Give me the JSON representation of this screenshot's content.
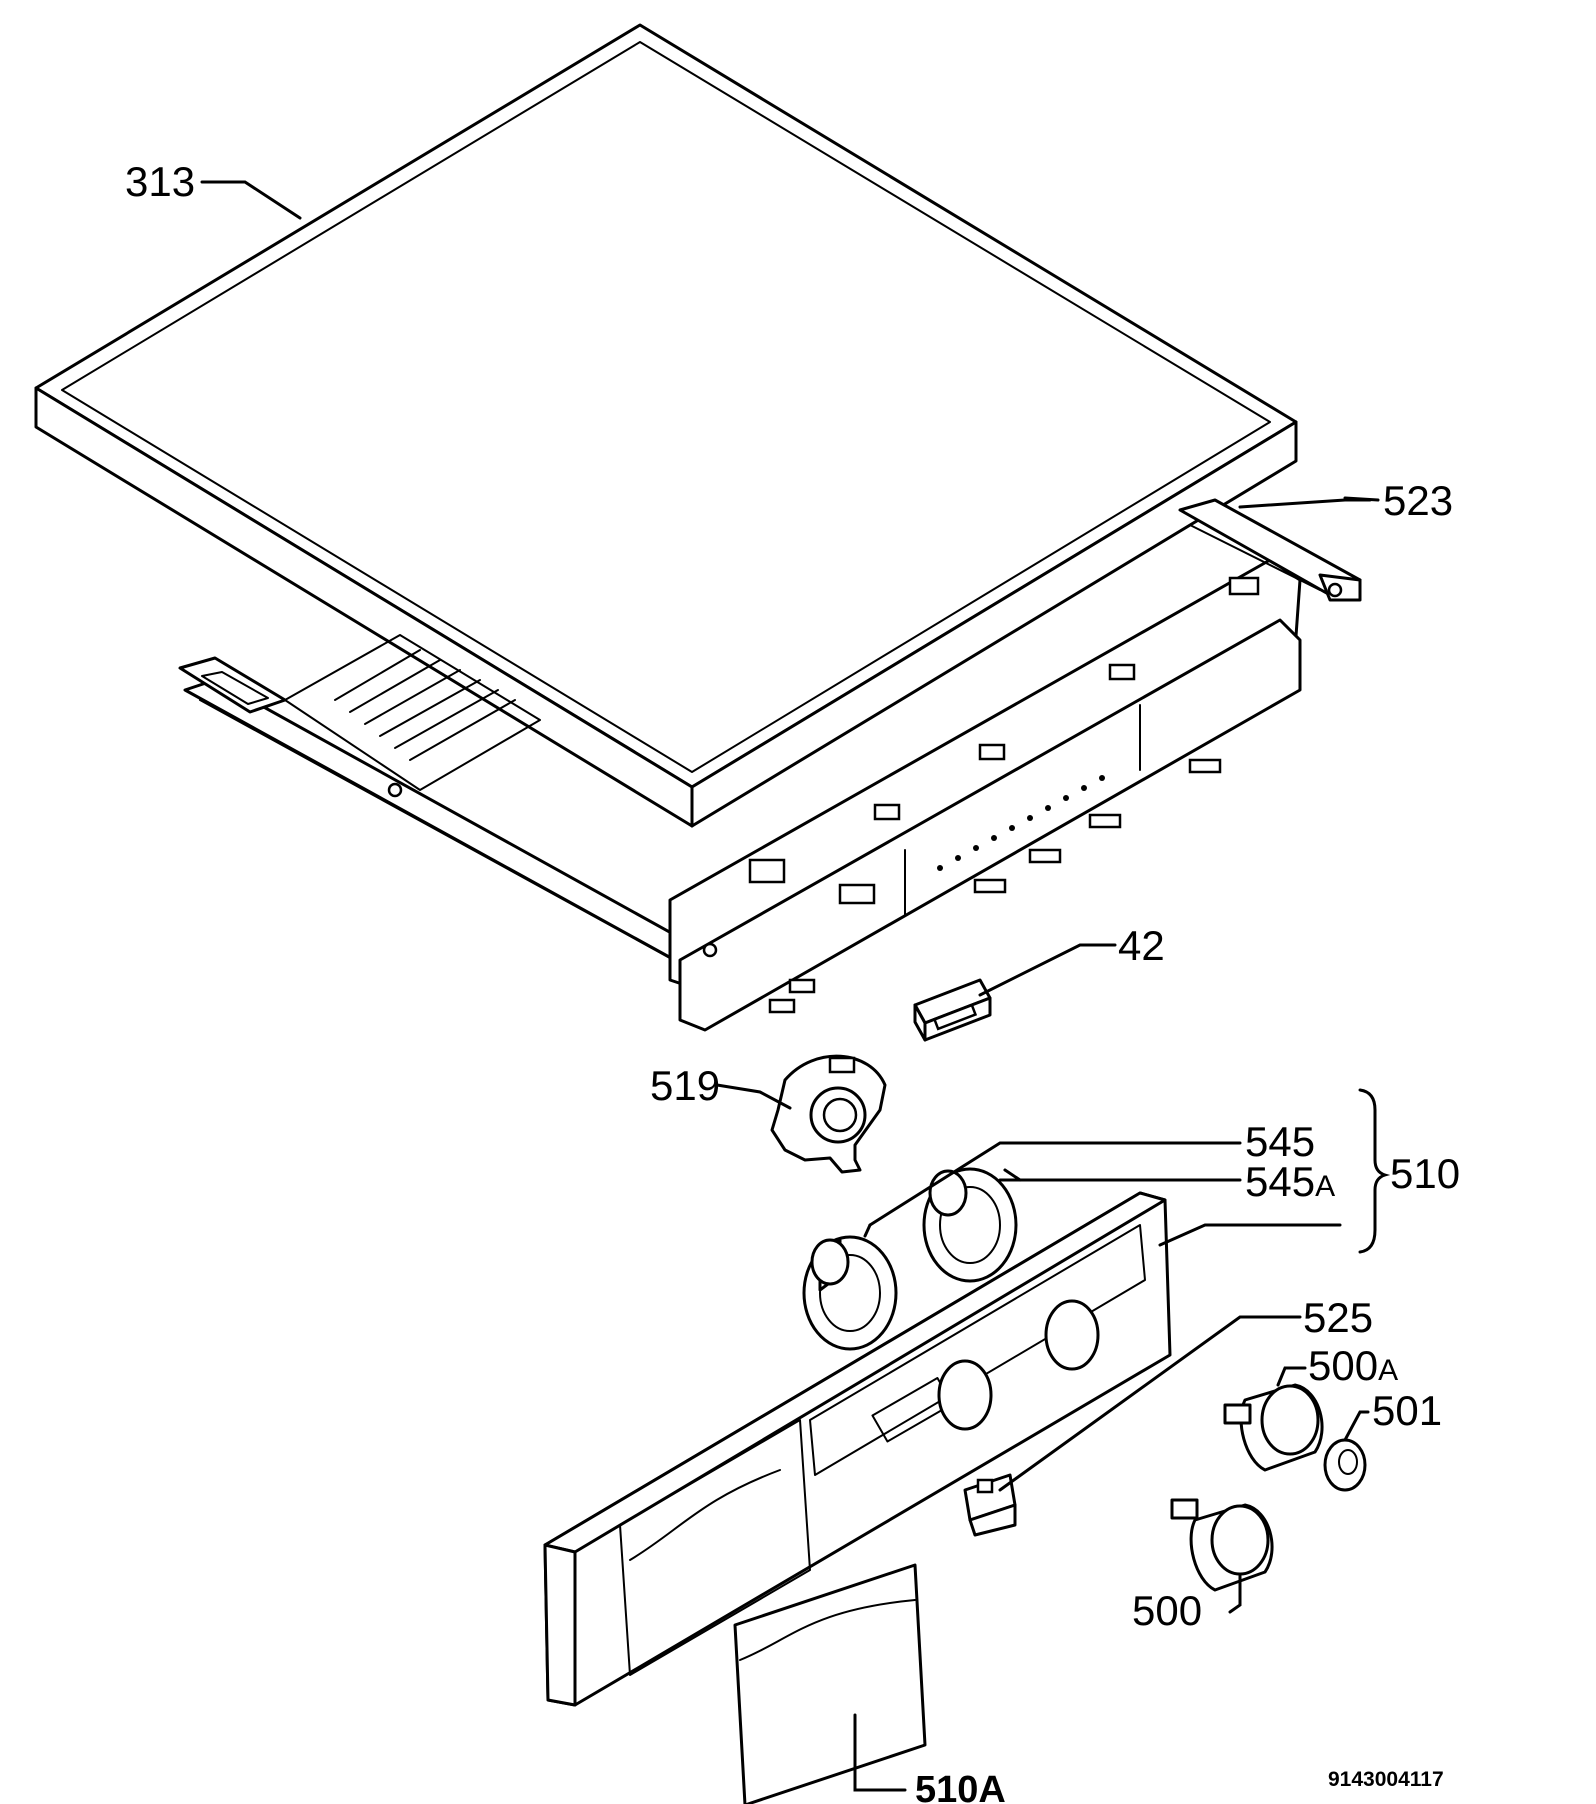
{
  "labels": {
    "l313": "313",
    "l523": "523",
    "l42": "42",
    "l519": "519",
    "l545": "545",
    "l545a_num": "545",
    "l545a_suffix": "A",
    "l510": "510",
    "l525": "525",
    "l500a_num": "500",
    "l500a_suffix": "A",
    "l501": "501",
    "l500": "500",
    "l510a": "510A"
  },
  "doc_number": "9143004117",
  "colors": {
    "line": "#000000",
    "background": "#ffffff"
  }
}
